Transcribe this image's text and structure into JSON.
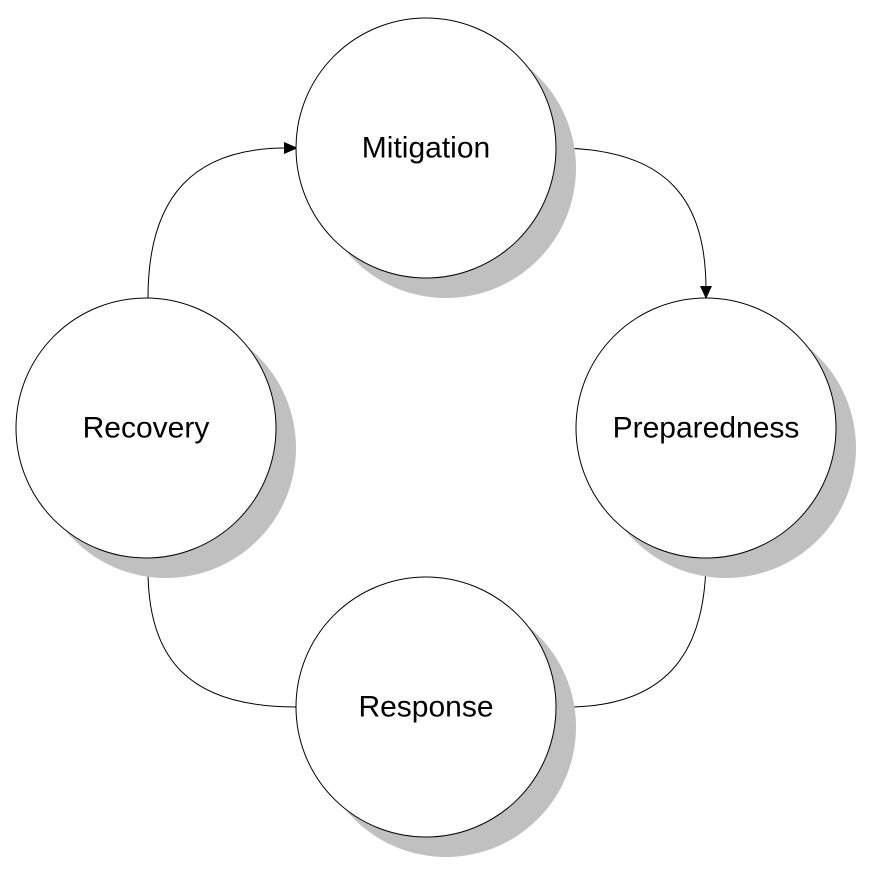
{
  "diagram": {
    "nodes": {
      "mitigation": {
        "label": "Mitigation"
      },
      "preparedness": {
        "label": "Preparedness"
      },
      "response": {
        "label": "Response"
      },
      "recovery": {
        "label": "Recovery"
      }
    },
    "edges": [
      {
        "from": "Recovery",
        "to": "Mitigation"
      },
      {
        "from": "Mitigation",
        "to": "Preparedness"
      },
      {
        "from": "Preparedness",
        "to": "Response"
      },
      {
        "from": "Response",
        "to": "Recovery"
      }
    ],
    "colors": {
      "shadow": "#c0c0c0",
      "outline": "#000000",
      "fill": "#ffffff"
    }
  }
}
